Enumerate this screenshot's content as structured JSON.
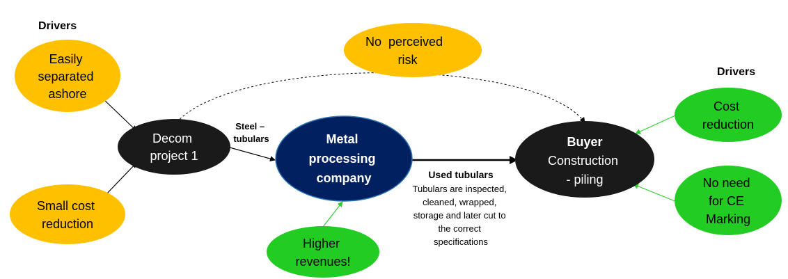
{
  "labels": {
    "drivers_left": "Drivers",
    "drivers_right": "Drivers",
    "flow_input": [
      "Steel –",
      "tubulars"
    ],
    "flow_output_title": "Used tubulars",
    "flow_output_desc": [
      "Tubulars are inspected,",
      "cleaned, wrapped,",
      "storage and later cut to",
      "the correct",
      "specifications"
    ]
  },
  "nodes": {
    "decom": [
      "Decom",
      "project 1"
    ],
    "metal": [
      "Metal",
      "processing",
      "company"
    ],
    "buyer_title": "Buyer",
    "buyer_sub": [
      "Construction",
      "- piling"
    ],
    "easily_separated": [
      "Easily",
      "separated",
      "ashore"
    ],
    "small_cost": [
      "Small cost",
      "reduction"
    ],
    "no_risk": [
      "No  perceived",
      "risk"
    ],
    "higher_revenues": [
      "Higher",
      "revenues!"
    ],
    "cost_reduction": [
      "Cost",
      "reduction"
    ],
    "no_ce": [
      "No need",
      "for CE",
      "Marking"
    ]
  },
  "colors": {
    "orange_driver": "#FFC000",
    "green_driver": "#22CC22",
    "black_node": "#1A1A1A",
    "metal_fill": "#002060",
    "metal_border": "#2E75B6",
    "green_arrow": "#33CC33"
  }
}
